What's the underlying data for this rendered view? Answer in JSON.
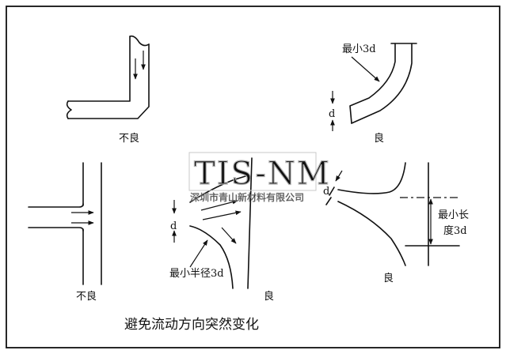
{
  "labels": {
    "bad_1": "不良",
    "good_1": "良",
    "min_3d": "最小3d",
    "d_top_right": "d",
    "bad_2": "不良",
    "d_middle": "d",
    "min_radius_3d": "最小半径3d",
    "good_2": "良",
    "d_right": "d",
    "min_length": "最小长",
    "min_length_2": "度3d",
    "good_3": "良"
  },
  "title": "避免流动方向突然变化",
  "watermark": {
    "logo": "TIS-NM",
    "company": "深圳市青山新材料有限公司"
  },
  "colors": {
    "line": "#111111",
    "border": "#111111",
    "watermark_outline": "#b5b5b5"
  }
}
